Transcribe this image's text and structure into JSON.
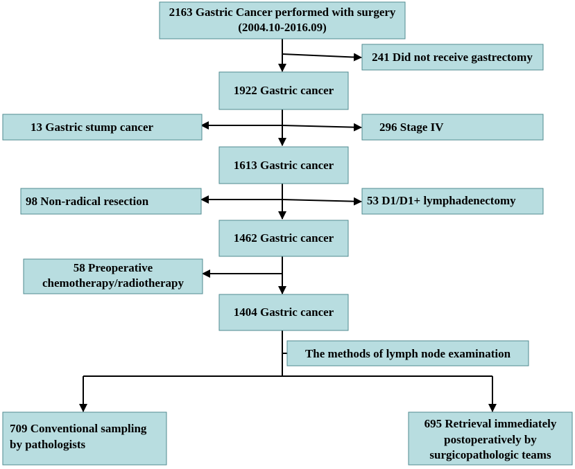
{
  "flowchart": {
    "main": {
      "start": {
        "line1": "2163 Gastric Cancer performed with surgery",
        "line2": "(2004.10-2016.09)"
      },
      "step1": "1922 Gastric cancer",
      "step2": "1613 Gastric cancer",
      "step3": "1462 Gastric cancer",
      "step4": "1404 Gastric cancer"
    },
    "exclusions": {
      "no_gastrectomy": "241 Did not receive gastrectomy",
      "stump": "13 Gastric stump cancer",
      "stage4": "296 Stage IV",
      "non_radical": "98 Non-radical resection",
      "d1": "53 D1/D1+ lymphadenectomy",
      "preop": {
        "line1": "58 Preoperative",
        "line2": "chemotherapy/radiotherapy"
      }
    },
    "methods_label": "The methods of lymph node examination",
    "groups": {
      "conventional": {
        "line1": "709  Conventional sampling",
        "line2": "by pathologists"
      },
      "retrieval": {
        "line1": "695 Retrieval immediately",
        "line2": "postoperatively by",
        "line3": "surgicopathologic teams"
      }
    }
  },
  "colors": {
    "box_fill": "#b8dde0",
    "box_border": "#4f8a8f",
    "arrow": "#000000"
  }
}
